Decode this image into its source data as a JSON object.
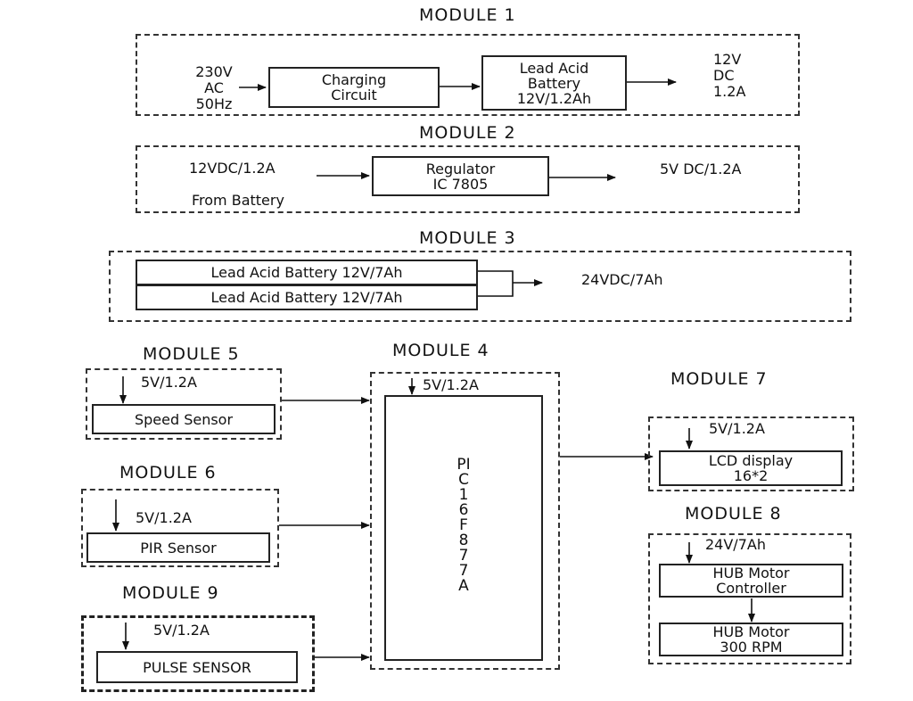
{
  "module1": {
    "title": "MODULE 1",
    "input_l1": "230V",
    "input_l2": "AC",
    "input_l3": "50Hz",
    "charging_l1": "Charging",
    "charging_l2": "Circuit",
    "battery_l1": "Lead Acid",
    "battery_l2": "Battery",
    "battery_l3": "12V/1.2Ah",
    "out_l1": "12V",
    "out_l2": "DC",
    "out_l3": "1.2A"
  },
  "module2": {
    "title": "MODULE 2",
    "input": "12VDC/1.2A",
    "source": "From Battery",
    "reg_l1": "Regulator",
    "reg_l2": "IC 7805",
    "output": "5V DC/1.2A"
  },
  "module3": {
    "title": "MODULE 3",
    "battery_a": "Lead Acid Battery 12V/7Ah",
    "battery_b": "Lead Acid Battery 12V/7Ah",
    "output": "24VDC/7Ah"
  },
  "module4": {
    "title": "MODULE 4",
    "supply": "5V/1.2A",
    "mcu": "PIC16F877A"
  },
  "module5": {
    "title": "MODULE 5",
    "supply": "5V/1.2A",
    "sensor": "Speed Sensor"
  },
  "module6": {
    "title": "MODULE 6",
    "supply": "5V/1.2A",
    "sensor": "PIR Sensor"
  },
  "module7": {
    "title": "MODULE 7",
    "supply": "5V/1.2A",
    "disp_l1": "LCD display",
    "disp_l2": "16*2"
  },
  "module8": {
    "title": "MODULE 8",
    "supply": "24V/7Ah",
    "ctrl_l1": "HUB Motor",
    "ctrl_l2": "Controller",
    "motor_l1": "HUB Motor",
    "motor_l2": "300 RPM"
  },
  "module9": {
    "title": "MODULE 9",
    "supply": "5V/1.2A",
    "sensor": "PULSE SENSOR"
  }
}
